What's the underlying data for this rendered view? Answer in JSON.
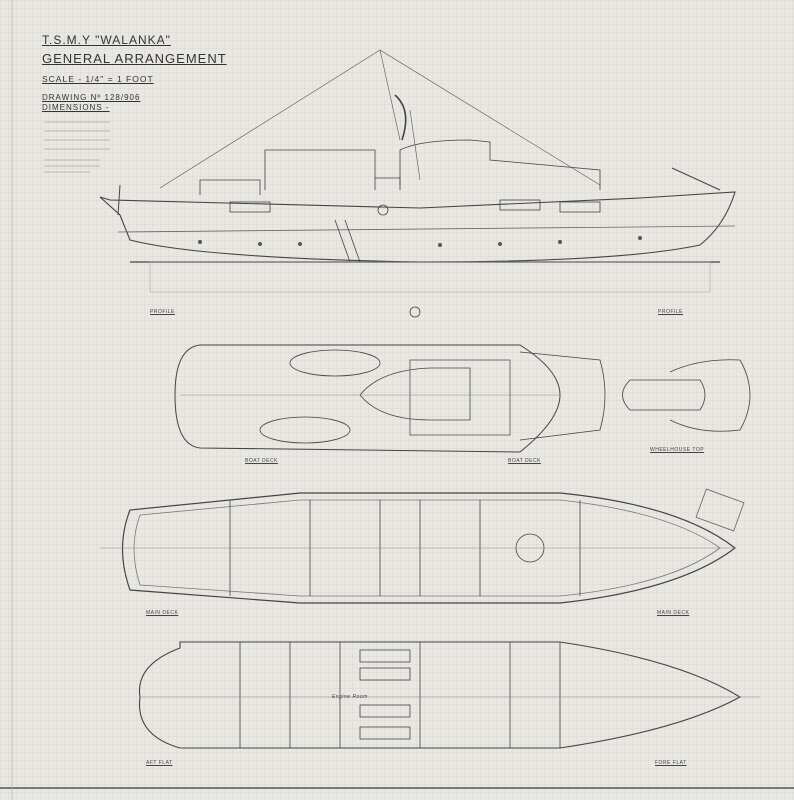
{
  "title_block": {
    "vessel": "T.S.M.Y \"WALANKA\"",
    "drawing_type": "GENERAL ARRANGEMENT",
    "scale": "SCALE - 1/4\" = 1 FOOT",
    "drawing_number": "DRAWING Nº 128/906",
    "dimensions_heading": "DIMENSIONS -"
  },
  "view_labels": {
    "profile_left": "PROFILE",
    "profile_right": "PROFILE",
    "boat_deck_left": "BOAT DECK",
    "boat_deck_right": "BOAT DECK",
    "wheelhouse_top": "WHEELHOUSE TOP",
    "main_deck_left": "MAIN DECK",
    "main_deck_right": "MAIN DECK",
    "aft_flat": "AFT FLAT",
    "fore_flat": "FORE FLAT",
    "engine_room": "Engine Room"
  },
  "colors": {
    "paper": "#e9e7e1",
    "ink": "#3a3a3a"
  }
}
